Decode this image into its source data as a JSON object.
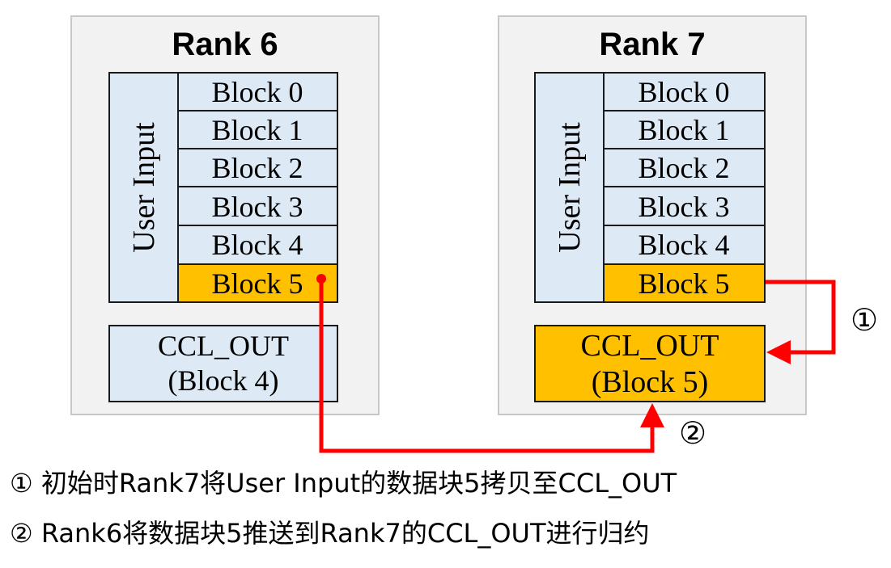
{
  "colors": {
    "panel_bg": "#f2f2f2",
    "panel_border": "#c8c8c8",
    "block_fill": "#dde9f5",
    "highlight_fill": "#ffc000",
    "outline": "#1a1a1a",
    "arrow": "#ff0000",
    "text": "#000000"
  },
  "ranks": [
    {
      "title": "Rank 6",
      "user_input_label": "User Input",
      "blocks": [
        "Block 0",
        "Block 1",
        "Block 2",
        "Block 3",
        "Block 4",
        "Block 5"
      ],
      "highlighted_block": 5,
      "ccl_out": {
        "line1": "CCL_OUT",
        "line2": "(Block 4)",
        "highlighted": false
      }
    },
    {
      "title": "Rank 7",
      "user_input_label": "User Input",
      "blocks": [
        "Block 0",
        "Block 1",
        "Block 2",
        "Block 3",
        "Block 4",
        "Block 5"
      ],
      "highlighted_block": 5,
      "ccl_out": {
        "line1": "CCL_OUT",
        "line2": "(Block 5)",
        "highlighted": true
      }
    }
  ],
  "step_markers": {
    "one": "①",
    "two": "②"
  },
  "notes": [
    "① 初始时Rank7将User Input的数据块5拷贝至CCL_OUT",
    "② Rank6将数据块5推送到Rank7的CCL_OUT进行归约"
  ]
}
